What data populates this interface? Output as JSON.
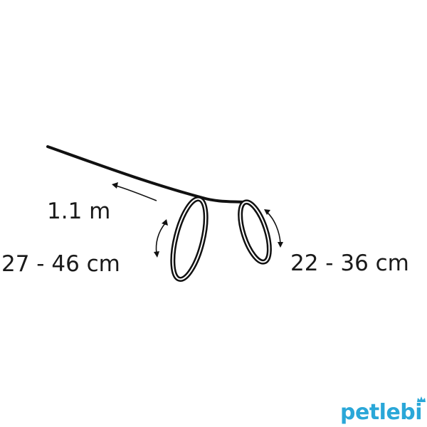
{
  "labels": {
    "leash_length": "1.1 m",
    "large_loop": "27 - 46 cm",
    "small_loop": "22 - 36 cm"
  },
  "logo": {
    "text": "petlebi",
    "color": "#2aa7d8"
  },
  "colors": {
    "line": "#111111",
    "text": "#1a1a1a"
  },
  "icons": [
    "leash-line",
    "adjust-arrow-icon",
    "crown-icon"
  ]
}
